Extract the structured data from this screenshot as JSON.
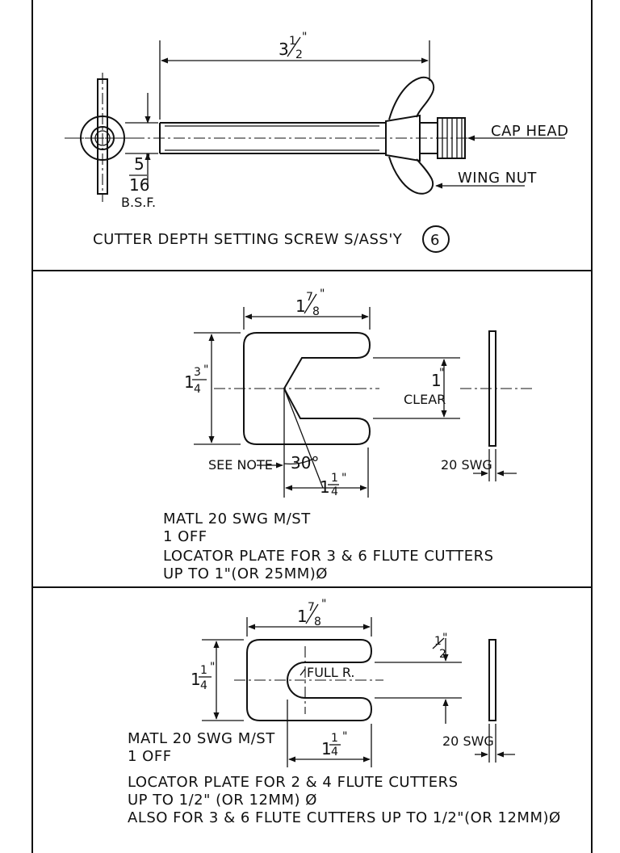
{
  "sections": [
    {
      "caption": "CUTTER DEPTH SETTING SCREW S/ASS'Y",
      "item_number": "6",
      "length_dim": {
        "whole": "3",
        "num": "1",
        "den": "2",
        "unit": "\""
      },
      "thread_dim": {
        "num": "5",
        "den": "16",
        "unit": "\"",
        "spec": "B.S.F."
      },
      "labels": {
        "cap_head": "CAP HEAD",
        "wing_nut": "WING NUT"
      }
    },
    {
      "width_dim": {
        "whole": "1",
        "num": "7",
        "den": "8",
        "unit": "\""
      },
      "height_dim": {
        "whole": "1",
        "num": "3",
        "den": "4",
        "unit": "\""
      },
      "clear_dim": {
        "whole": "1",
        "unit": "\"",
        "text": "CLEAR"
      },
      "angle": "30°",
      "note_label": "SEE NOTE",
      "base_dim": {
        "whole": "1",
        "num": "1",
        "den": "4",
        "unit": "\""
      },
      "swg_label": "20 SWG",
      "material": "MATL 20 SWG M/ST",
      "quantity": "1 OFF",
      "desc_line1": "LOCATOR PLATE FOR 3 & 6 FLUTE CUTTERS",
      "desc_line2": "UP TO 1\"(OR 25MM)Ø"
    },
    {
      "width_dim": {
        "whole": "1",
        "num": "7",
        "den": "8",
        "unit": "\""
      },
      "height_dim": {
        "whole": "1",
        "num": "1",
        "den": "4",
        "unit": "\""
      },
      "slot_dim": {
        "num": "1",
        "den": "2",
        "unit": "\""
      },
      "radius_label": "FULL R.",
      "base_dim": {
        "whole": "1",
        "num": "1",
        "den": "4",
        "unit": "\""
      },
      "swg_label": "20 SWG",
      "material": "MATL 20 SWG M/ST",
      "quantity": "1 OFF",
      "desc_line1": "LOCATOR PLATE FOR 2 & 4 FLUTE CUTTERS",
      "desc_line2": "UP TO 1/2\" (OR 12MM) Ø",
      "desc_line3": "ALSO FOR 3 & 6 FLUTE CUTTERS UP TO 1/2\"(OR 12MM)Ø"
    }
  ]
}
